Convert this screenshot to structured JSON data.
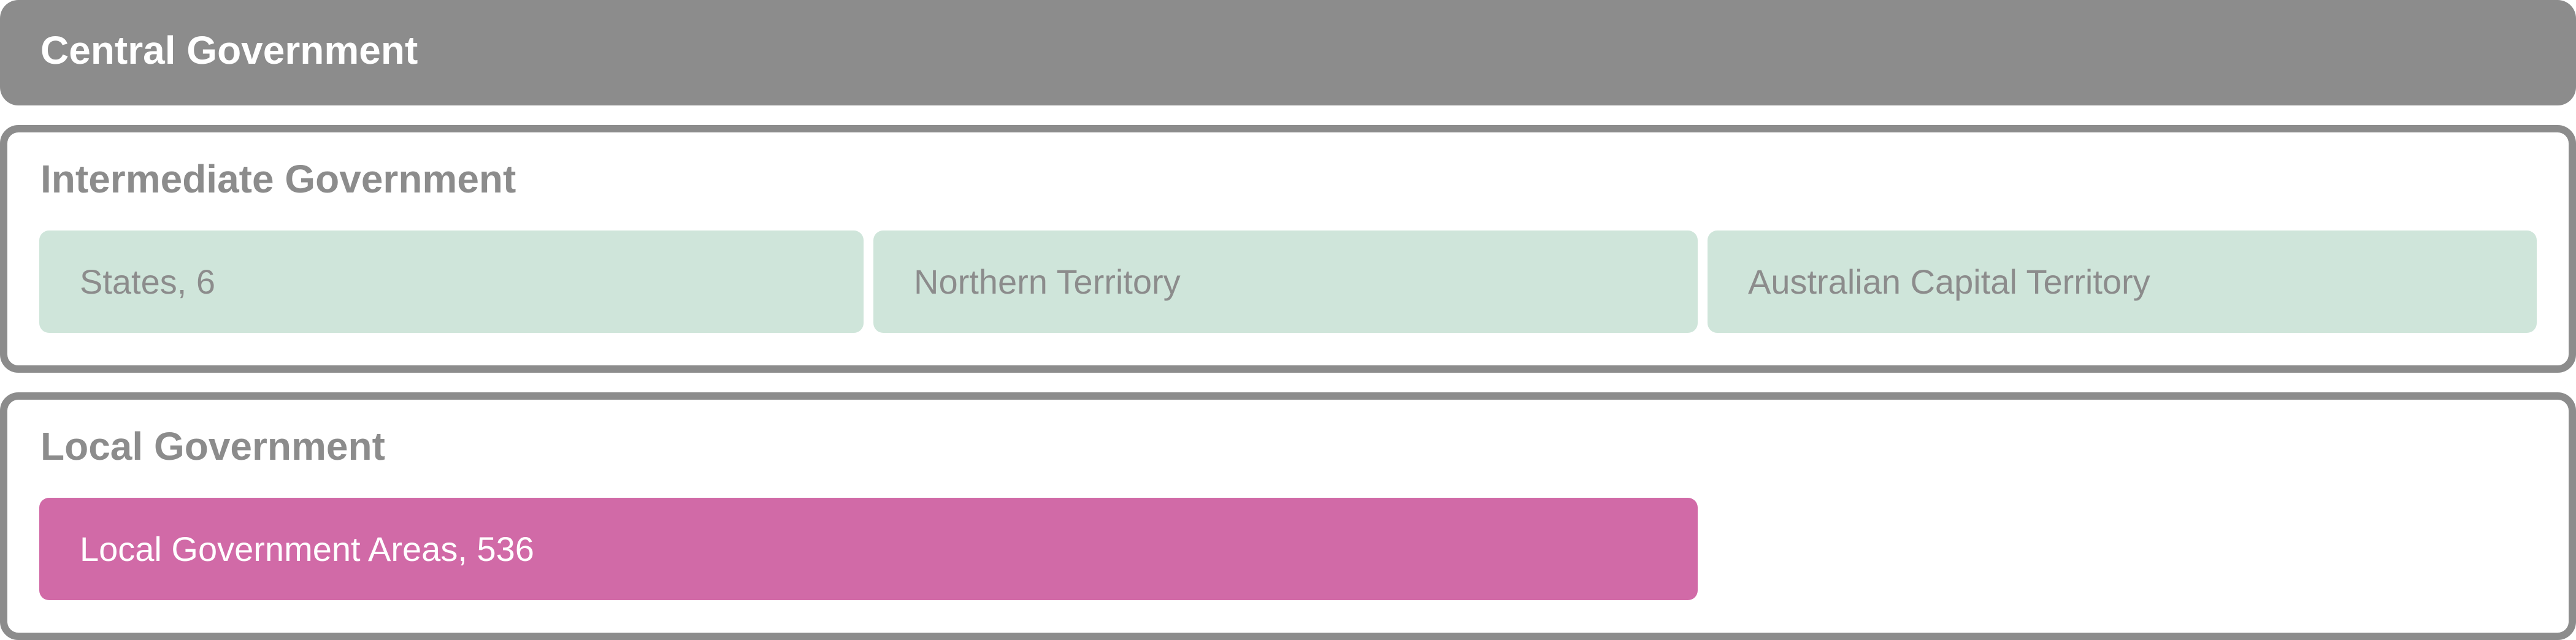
{
  "colors": {
    "tier_grey": "#8c8c8c",
    "cell_teal": "#cfe5da",
    "cell_pink": "#d16aa7",
    "text_white": "#ffffff"
  },
  "tiers": [
    {
      "title": "Central Government",
      "style": "filled",
      "cells": []
    },
    {
      "title": "Intermediate Government",
      "style": "outlined",
      "cells": [
        {
          "label": "States, 6",
          "color": "teal"
        },
        {
          "label": "Northern Territory",
          "color": "teal"
        },
        {
          "label": "Australian Capital Territory",
          "color": "teal"
        }
      ]
    },
    {
      "title": "Local Government",
      "style": "outlined",
      "cells": [
        {
          "label": "Local Government Areas, 536",
          "color": "pink"
        }
      ]
    }
  ]
}
